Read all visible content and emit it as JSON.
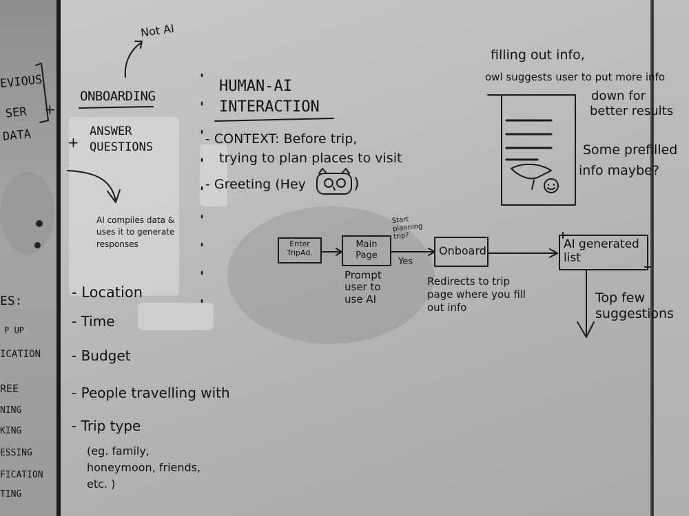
{
  "left_board": {
    "lines": [
      "EVIOUS",
      "SER",
      "DATA",
      "+",
      "+",
      "ES:",
      "P UP",
      "ICATION",
      "REE",
      "NING",
      "KING",
      "ESSING",
      "FICATION",
      "TING"
    ]
  },
  "onboarding": {
    "header": "ONBOARDING",
    "note": "Not AI",
    "answer_questions": "ANSWER QUESTIONS",
    "ai_note": "AI compiles data & uses it to generate responses",
    "items": [
      "Location",
      "Time",
      "Budget",
      "People travelling with",
      "Trip type"
    ],
    "trip_type_examples": "(eg. family, honeymoon, friends, etc. )"
  },
  "hai": {
    "header_line1": "HUMAN-AI",
    "header_line2": "INTERACTION",
    "context_line1": "CONTEXT: Before trip,",
    "context_line2": "trying to plan places to visit",
    "greeting": "Greeting (Hey",
    "greeting_close": ")"
  },
  "flow": {
    "box1": "Enter TripAd.",
    "box2": "Main Page",
    "box3": "Onboard",
    "box4": "AI generated list",
    "start_label": "Start planning trip?",
    "yes_label": "Yes",
    "prompt_note": "Prompt user to use AI",
    "redirect_note": "Redirects to trip page where you fill out info",
    "top_note": "Top few suggestions"
  },
  "sketch": {
    "caption_line1": "filling out info,",
    "caption_line2": "owl suggests user to put more info",
    "caption_line3": "down for",
    "caption_line4": "better results",
    "prefill_line1": "Some prefilled",
    "prefill_line2": "info maybe?"
  }
}
